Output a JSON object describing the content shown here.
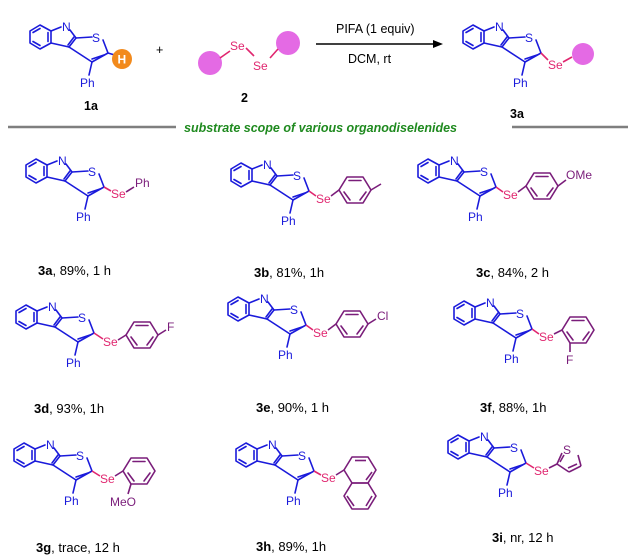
{
  "colors": {
    "core": "#1a1adb",
    "selenium_bond": "#e0266f",
    "aryl": "#7a1d7a",
    "hydrogen_ball": "#f28a1c",
    "aryl_ball": "#e46ae4",
    "scope_text": "#1f8a1f",
    "rule": "#7f7f7f"
  },
  "scheme": {
    "reactant1": "1a",
    "plus": "+",
    "reactant2": "2",
    "reagent": "PIFA (1 equiv)",
    "conditions": "DCM, rt",
    "product": "3a",
    "h_label": "H",
    "scope_heading": "substrate scope of various organodiselenides"
  },
  "atoms": {
    "N": "N",
    "S": "S",
    "Se": "Se",
    "Ph": "Ph",
    "F": "F",
    "Cl": "Cl",
    "OMe": "OMe",
    "MeO": "MeO"
  },
  "compounds": [
    {
      "id": "3a",
      "rest": ", 89%, 1 h",
      "substituent": "Ph"
    },
    {
      "id": "3b",
      "rest": ", 81%, 1h",
      "substituent": "4-methylphenyl"
    },
    {
      "id": "3c",
      "rest": ", 84%, 2 h",
      "substituent": "4-methoxyphenyl"
    },
    {
      "id": "3d",
      "rest": ", 93%, 1h",
      "substituent": "4-fluorophenyl"
    },
    {
      "id": "3e",
      "rest": ", 90%, 1 h",
      "substituent": "4-chlorophenyl"
    },
    {
      "id": "3f",
      "rest": ", 88%, 1h",
      "substituent": "2-fluorophenyl"
    },
    {
      "id": "3g",
      "rest": ", trace, 12 h",
      "substituent": "2-methoxyphenyl"
    },
    {
      "id": "3h",
      "rest": ", 89%, 1h",
      "substituent": "1-naphthyl"
    },
    {
      "id": "3i",
      "rest": ",  nr, 12 h",
      "substituent": "2-thienyl"
    }
  ]
}
